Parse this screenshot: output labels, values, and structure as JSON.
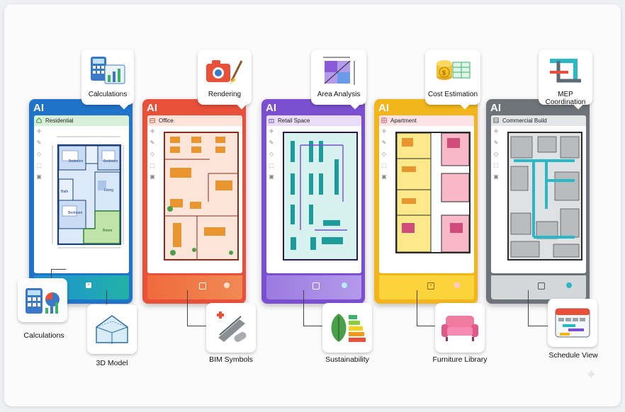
{
  "phones": [
    {
      "ai": "AI",
      "title": "Residential",
      "callout": "Calculations",
      "room_labels": [
        "Bedroom",
        "Bedroom",
        "Bath",
        "Living",
        "Bedroom",
        "Room"
      ]
    },
    {
      "ai": "AI",
      "title": "Office",
      "callout": "Rendering"
    },
    {
      "ai": "AI",
      "title": "Retail Space",
      "callout": "Area Analysis"
    },
    {
      "ai": "AI",
      "title": "Apartment",
      "callout": "Cost Estimation"
    },
    {
      "ai": "AI",
      "title": "Commercial Build",
      "callout": "MEP Coordination"
    }
  ],
  "bottom_features": [
    {
      "label": "Calculations"
    },
    {
      "label": "3D Model"
    },
    {
      "label": "BIM Symbols"
    },
    {
      "label": "Sustainability"
    },
    {
      "label": "Furniture Library"
    },
    {
      "label": "Schedule View"
    }
  ],
  "colors": {
    "residential": "#1f73c9",
    "office": "#e8503a",
    "retail": "#7b4fd0",
    "apartment": "#f2b61c",
    "commercial": "#6d7378"
  },
  "icons": {
    "tools": [
      "select-icon",
      "move-icon",
      "pencil-icon",
      "eraser-icon",
      "crop-icon",
      "camera-icon"
    ]
  }
}
